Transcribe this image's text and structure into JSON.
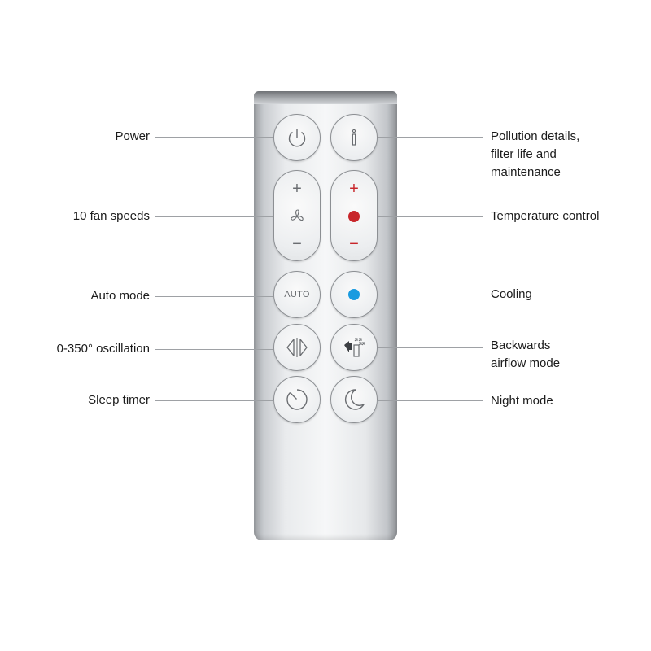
{
  "labels": {
    "power": "Power",
    "fan_speeds": "10 fan speeds",
    "auto_mode": "Auto mode",
    "oscillation": "0-350° oscillation",
    "sleep_timer": "Sleep timer",
    "pollution_line1": "Pollution details,",
    "pollution_line2": "filter life and",
    "pollution_line3": "maintenance",
    "temperature": "Temperature control",
    "cooling": "Cooling",
    "backwards_line1": "Backwards",
    "backwards_line2": "airflow mode",
    "night_mode": "Night mode"
  },
  "buttons": {
    "auto": "AUTO",
    "plus": "+",
    "minus": "−"
  },
  "colors": {
    "heat_red": "#c8262b",
    "cool_blue": "#1a9be0",
    "icon_gray": "#6a6d71"
  },
  "icons": [
    "power-icon",
    "info-icon",
    "fan-icon",
    "heat-dot-icon",
    "cool-dot-icon",
    "oscillation-icon",
    "backwards-airflow-icon",
    "sleep-timer-icon",
    "moon-icon"
  ]
}
